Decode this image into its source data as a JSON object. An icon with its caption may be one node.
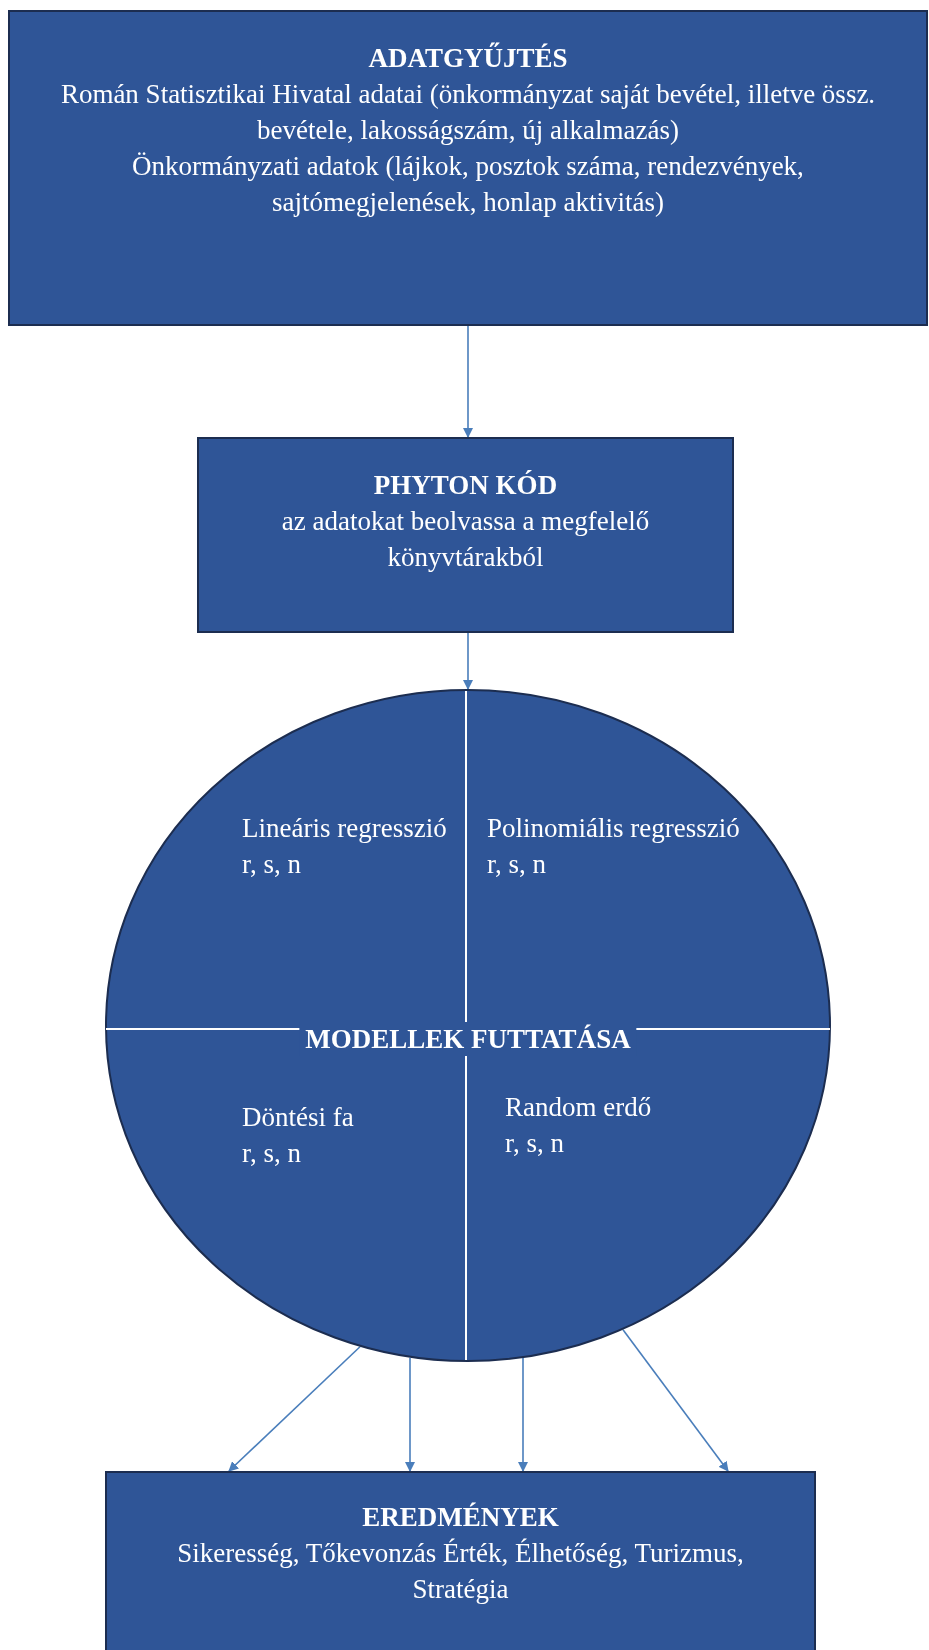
{
  "diagram": {
    "nodes": [
      {
        "text": [
          "ADATGYŰJTÉS",
          "Román Statisztikai Hivatal adatai (önkormányzat saját bevétel, illetve össz. bevétele, lakosságszám, új alkalmazás)",
          "Önkormányzati adatok (lájkok, posztok száma, rendezvények, sajtómegjelenések, honlap aktivitás)"
        ]
      },
      {
        "text": [
          "PHYTON KÓD",
          "az adatokat beolvassa a megfelelő könyvtárakból"
        ]
      },
      {
        "text": [
          "MODELLEK FUTTATÁSA"
        ]
      },
      {
        "text": [
          "Lineáris regresszió",
          "r, s, n"
        ],
        "in": 2
      },
      {
        "text": [
          "Polinomiális regresszió",
          "r, s, n"
        ],
        "in": 2
      },
      {
        "text": [
          "Döntési fa",
          "r, s, n"
        ],
        "in": 2
      },
      {
        "text": [
          "Random erdő",
          "r, s, n"
        ],
        "in": 2
      },
      {
        "text": [
          "EREDMÉNYEK",
          "Sikeresség, Tőkevonzás Érték, Élhetőség, Turizmus, Stratégia"
        ]
      }
    ],
    "edges": [
      {
        "from": 0,
        "to": 1,
        "arrow": "to"
      },
      {
        "from": 1,
        "to": 2,
        "arrow": "to"
      },
      {
        "from": 2,
        "to": 7,
        "arrow": "to"
      },
      {
        "from": 2,
        "to": 7,
        "arrow": "to"
      },
      {
        "from": 2,
        "to": 7,
        "arrow": "to"
      },
      {
        "from": 2,
        "to": 7,
        "arrow": "to"
      }
    ]
  }
}
